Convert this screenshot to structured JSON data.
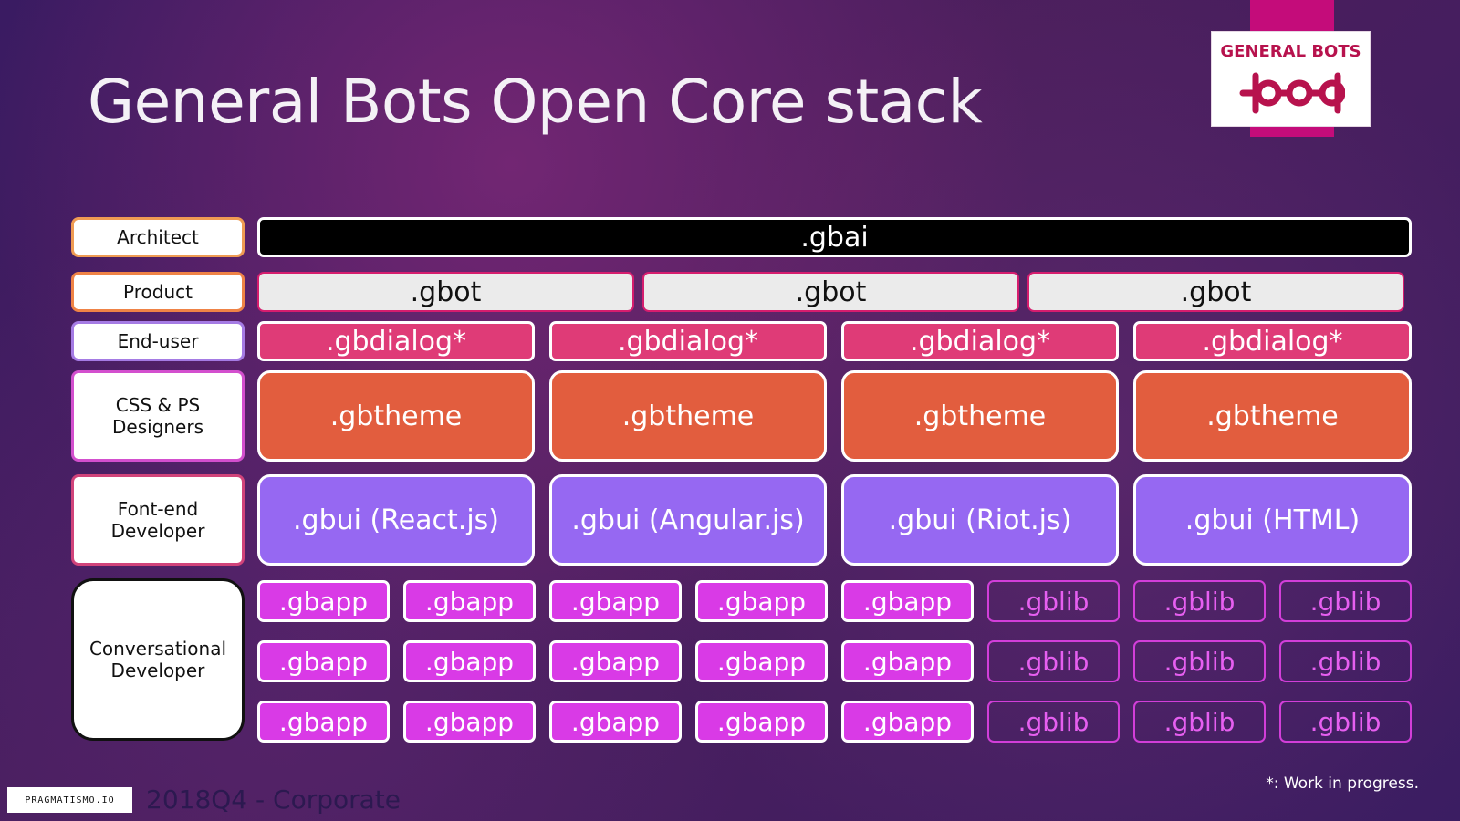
{
  "title": "General Bots Open Core stack",
  "logo": {
    "text": "GENERAL BOTS",
    "icon": "gear-logo-icon",
    "brand_color": "#b7124d",
    "accent_color": "#c40c7a"
  },
  "roles": {
    "architect": "Architect",
    "product": "Product",
    "end_user": "End-user",
    "css_designers": "CSS & PS\nDesigners",
    "frontend": "Font-end\nDeveloper",
    "conversational": "Conversational\nDeveloper"
  },
  "stack": {
    "gbai": ".gbai",
    "gbot": ".gbot",
    "gbdialog": ".gbdialog*",
    "gbtheme": ".gbtheme",
    "gbui_react": ".gbui (React.js)",
    "gbui_angular": ".gbui (Angular.js)",
    "gbui_riot": ".gbui (Riot.js)",
    "gbui_html": ".gbui (HTML)",
    "gbapp": ".gbapp",
    "gblib": ".gblib"
  },
  "footer": {
    "badge": "PRAGMATISMO.IO",
    "text": "2018Q4 - Corporate",
    "note": "*: Work in progress."
  },
  "colors": {
    "gbai": "#000000",
    "gbot": "#ebebeb",
    "gbdialog": "#df3b77",
    "gbtheme": "#e25d3e",
    "gbui": "#9668f2",
    "gbapp": "#d93ae6",
    "gblib_border": "#d23ed9"
  }
}
